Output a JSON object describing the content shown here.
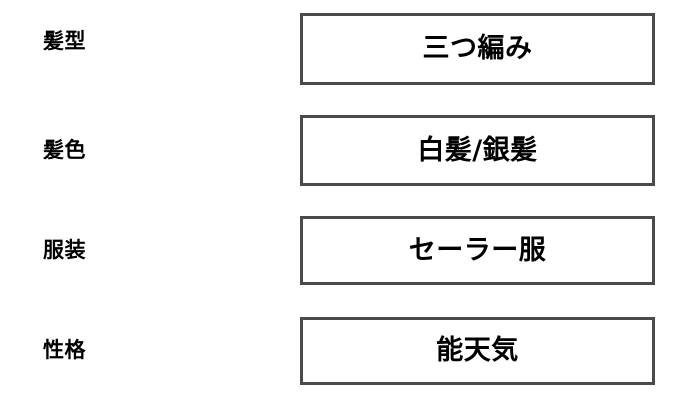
{
  "page": {
    "background_color": "#ffffff",
    "text_color": "#000000",
    "border_color": "#4a4a4a"
  },
  "attributes": {
    "rows": [
      {
        "label": "髪型",
        "value": "三つ編み"
      },
      {
        "label": "髪色",
        "value": "白髪/銀髪"
      },
      {
        "label": "服装",
        "value": "セーラー服"
      },
      {
        "label": "性格",
        "value": "能天気"
      }
    ]
  }
}
